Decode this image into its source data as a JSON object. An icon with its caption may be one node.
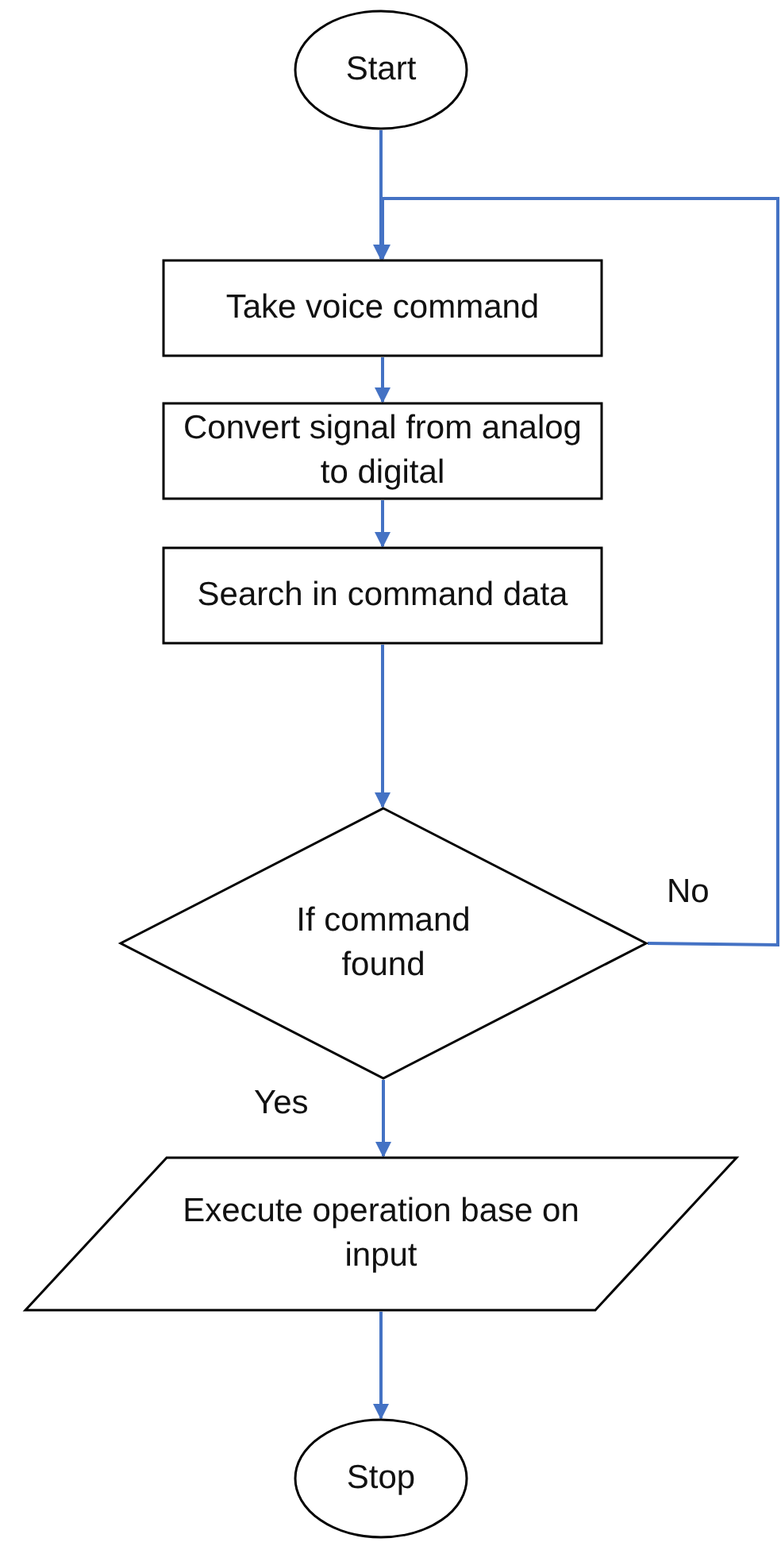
{
  "diagram": {
    "nodes": [
      {
        "text": [
          "Start"
        ]
      },
      {
        "text": [
          "Take voice command"
        ]
      },
      {
        "text": [
          "Convert signal from analog to digital"
        ]
      },
      {
        "text": [
          "Search in command data"
        ]
      },
      {
        "text": [
          "If command found"
        ]
      },
      {
        "text": [
          "Execute operation base on input"
        ]
      },
      {
        "text": [
          "Stop"
        ]
      }
    ],
    "edges": [
      {
        "from": 0,
        "to": 1,
        "arrow": "to"
      },
      {
        "from": 1,
        "to": 2,
        "arrow": "to"
      },
      {
        "from": 2,
        "to": 3,
        "arrow": "to"
      },
      {
        "from": 3,
        "to": 4,
        "arrow": "to"
      },
      {
        "from": 4,
        "to": 1,
        "arrow": "to",
        "label": "No"
      },
      {
        "from": 4,
        "to": 5,
        "arrow": "to",
        "label": "Yes"
      },
      {
        "from": 5,
        "to": 6,
        "arrow": "to"
      }
    ]
  }
}
